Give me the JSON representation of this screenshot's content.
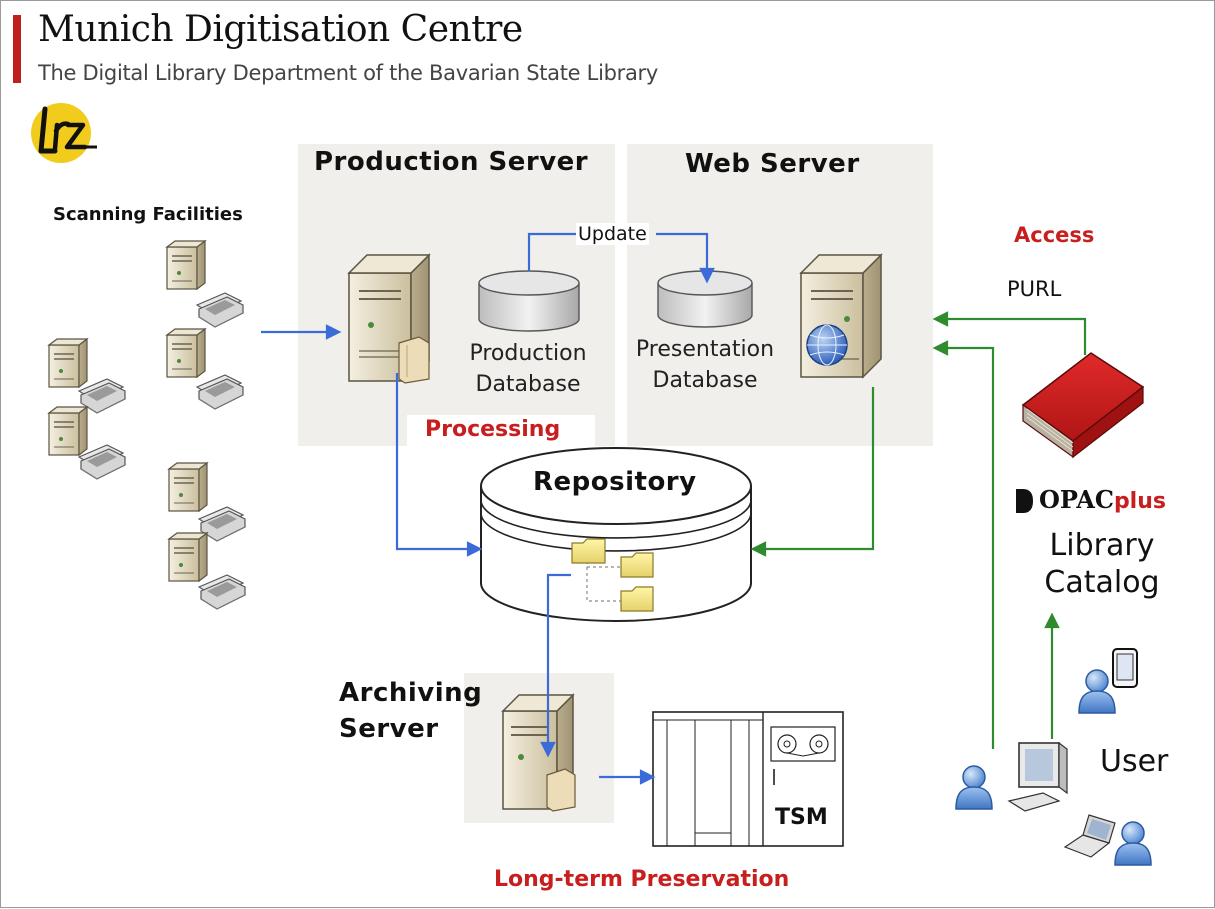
{
  "header": {
    "title": "Munich Digitisation Centre",
    "subtitle": "The Digital Library Department of the Bavarian State Library",
    "logo_text": "lrz"
  },
  "labels": {
    "scanning_facilities": "Scanning Facilities",
    "production_server": "Production Server",
    "web_server": "Web Server",
    "update": "Update",
    "production_database_line1": "Production",
    "production_database_line2": "Database",
    "presentation_database_line1": "Presentation",
    "presentation_database_line2": "Database",
    "processing": "Processing",
    "repository": "Repository",
    "archiving_server_line1": "Archiving",
    "archiving_server_line2": "Server",
    "tsm": "TSM",
    "long_term_preservation": "Long-term Preservation",
    "access": "Access",
    "purl": "PURL",
    "opac_brand": "OPAC",
    "opac_plus": "plus",
    "library_catalog_line1": "Library",
    "library_catalog_line2": "Catalog",
    "user": "User"
  },
  "colors": {
    "accent_red": "#c81e1e",
    "flow_blue": "#3a6bd8",
    "flow_green": "#2e8b2e",
    "panel_bg": "#f0efeb",
    "server_beige": "#e3dbc4"
  }
}
